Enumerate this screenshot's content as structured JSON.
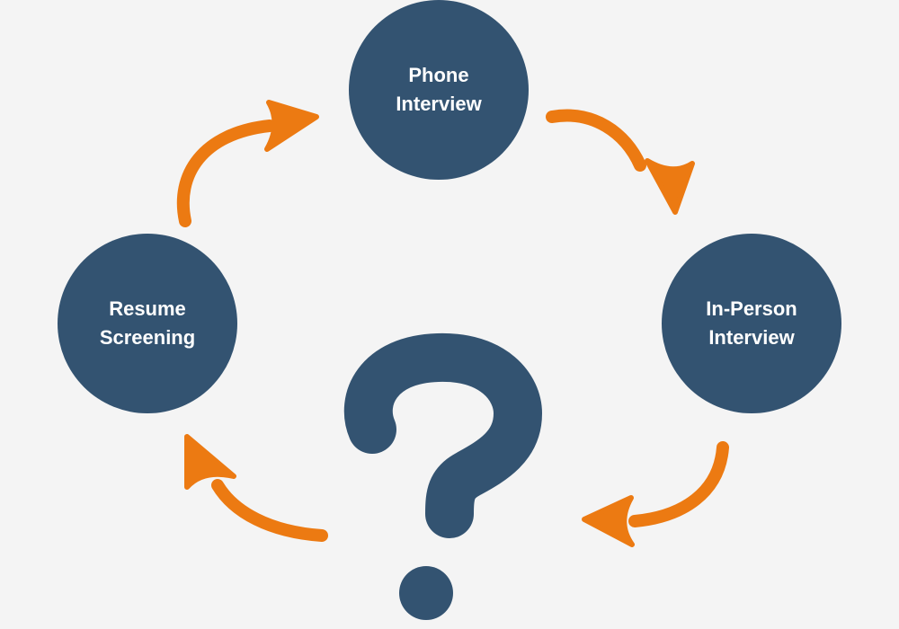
{
  "colors": {
    "background": "#f4f4f4",
    "circle": "#335371",
    "arrow": "#ec7a12",
    "text": "#ffffff"
  },
  "diagram": {
    "type": "cycle",
    "nodes": [
      {
        "id": "phone",
        "line1": "Phone",
        "line2": "Interview"
      },
      {
        "id": "inperson",
        "line1": "In-Person",
        "line2": "Interview"
      },
      {
        "id": "resume",
        "line1": "Resume",
        "line2": "Screening"
      }
    ],
    "arrows": [
      {
        "from": "resume",
        "to": "phone"
      },
      {
        "from": "phone",
        "to": "inperson"
      },
      {
        "from": "inperson",
        "to": "question"
      },
      {
        "from": "question",
        "to": "resume"
      }
    ],
    "center_icon": "question-mark-icon"
  }
}
